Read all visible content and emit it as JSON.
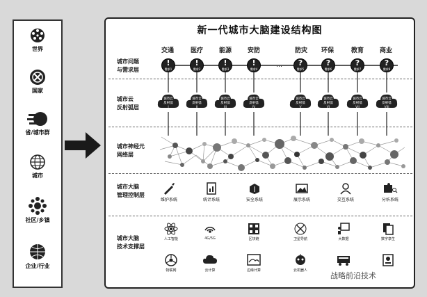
{
  "left_levels": [
    {
      "label": "世界",
      "icon": "globe-network-icon"
    },
    {
      "label": "国家",
      "icon": "national-emblem-icon"
    },
    {
      "label": "省/城市群",
      "icon": "speed-dots-icon"
    },
    {
      "label": "城市",
      "icon": "wireframe-globe-icon"
    },
    {
      "label": "社区/乡镇",
      "icon": "community-cluster-icon"
    },
    {
      "label": "企业/行业",
      "icon": "globe-grid-icon"
    }
  ],
  "title": "新一代城市大脑建设结构图",
  "layers": [
    {
      "label": "城市问题\n与需求层"
    },
    {
      "label": "城市云\n反射弧层"
    },
    {
      "label": "城市神经元\n网络层"
    },
    {
      "label": "城市大脑\n管理控制层"
    },
    {
      "label": "城市大脑\n技术支撑层"
    }
  ],
  "demand_categories": [
    "交通",
    "医疗",
    "能源",
    "安防",
    "防灾",
    "环保",
    "教育",
    "商业"
  ],
  "ellipsis": "…",
  "demand_nodes": [
    {
      "mark": "!",
      "text": "需求1"
    },
    {
      "mark": "!",
      "text": "需求2"
    },
    {
      "mark": "!",
      "text": "需求3"
    },
    {
      "mark": "!",
      "text": "需求4"
    },
    {
      "mark": "?",
      "text": "需求5"
    },
    {
      "mark": "?",
      "text": "需求6"
    },
    {
      "mark": "?",
      "text": "需求7"
    },
    {
      "mark": "?",
      "text": "需求8"
    }
  ],
  "clouds": [
    {
      "text": "城市云\n反射弧\nI"
    },
    {
      "text": "城市云\n反射弧\nII"
    },
    {
      "text": "城市云\n反射弧\nIII"
    },
    {
      "text": "城市云\n反射弧\nIV"
    },
    {
      "text": "城市云\n反射弧\nV"
    },
    {
      "text": "城市云\n反射弧\nVI"
    },
    {
      "text": "城市云\n反射弧\nVII"
    },
    {
      "text": "城市云\n反射弧\nVIII"
    }
  ],
  "management_systems": [
    {
      "label": "维护系统",
      "icon": "wrench-pen-icon"
    },
    {
      "label": "统计系统",
      "icon": "document-chart-icon"
    },
    {
      "label": "安全系统",
      "icon": "safety-box-icon"
    },
    {
      "label": "展示系统",
      "icon": "picture-frame-icon"
    },
    {
      "label": "交互系统",
      "icon": "user-icon"
    },
    {
      "label": "分析系统",
      "icon": "puzzle-search-icon"
    }
  ],
  "technologies": [
    {
      "label": "人工智能",
      "icon": "atom-icon"
    },
    {
      "label": "4G/5G",
      "icon": "signal-waves-icon"
    },
    {
      "label": "区块链",
      "icon": "blockchain-knot-icon"
    },
    {
      "label": "卫星导航",
      "icon": "satellite-icon"
    },
    {
      "label": "大数据",
      "icon": "presentation-board-icon"
    },
    {
      "label": "数字孪生",
      "icon": "duplicate-files-icon"
    },
    {
      "label": "物联网",
      "icon": "network-hub-icon"
    },
    {
      "label": "云计算",
      "icon": "cloud-icon"
    },
    {
      "label": "边缘计算",
      "icon": "edge-window-icon"
    },
    {
      "label": "云机器人",
      "icon": "robot-icon"
    },
    {
      "label": "",
      "icon": "server-truck-icon"
    },
    {
      "label": "",
      "icon": "terminal-device-icon"
    }
  ],
  "watermark": "战略前沿技术"
}
